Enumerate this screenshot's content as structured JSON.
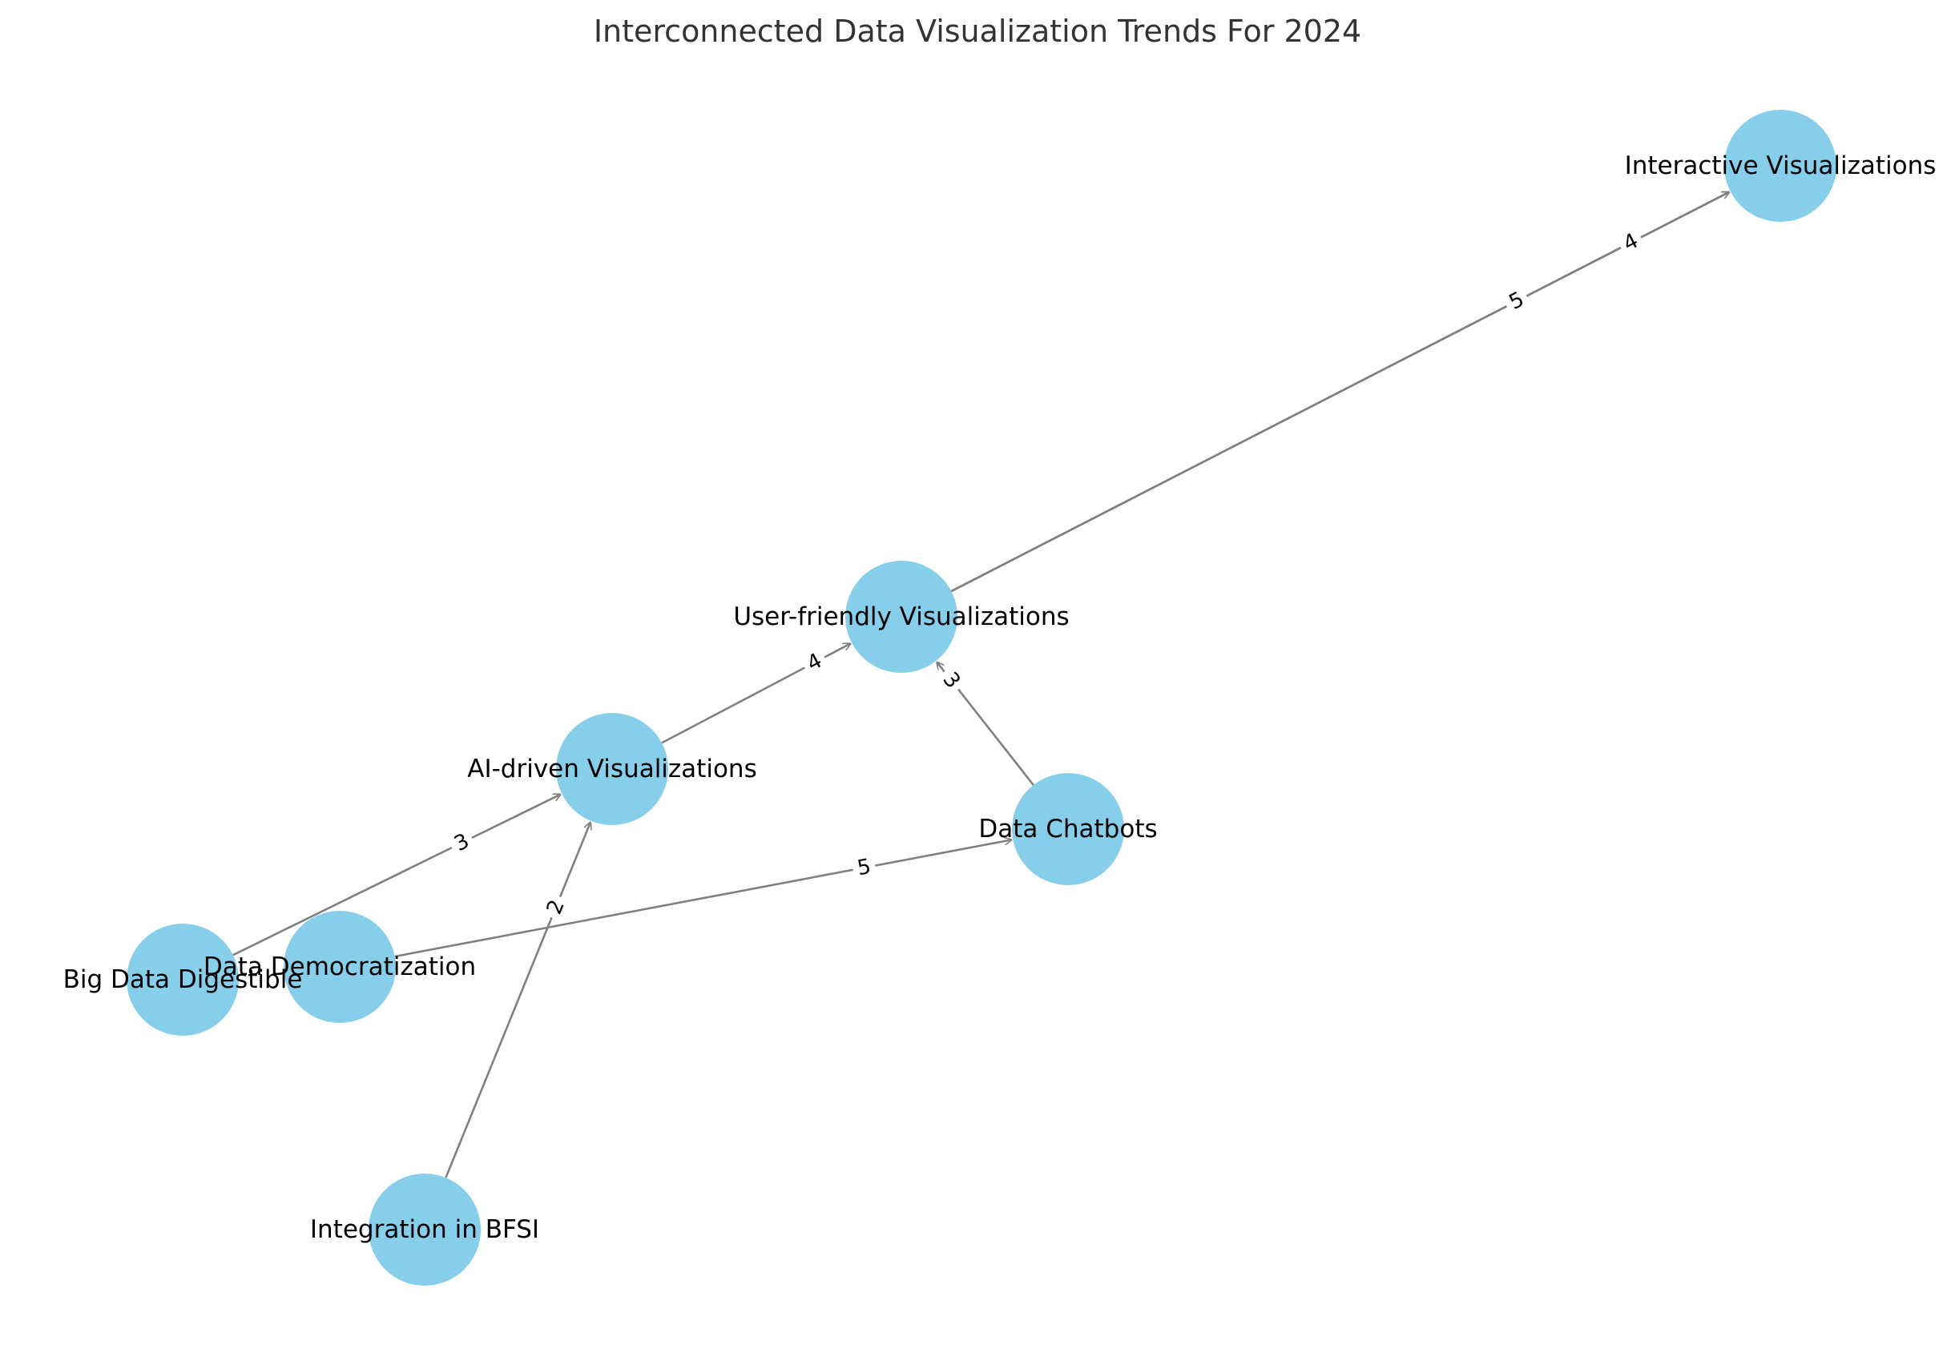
{
  "title": "Interconnected Data Visualization Trends For 2024",
  "colors": {
    "node_fill": "#87CEEB",
    "edge": "#808080",
    "title": "#333333",
    "label": "#000000"
  },
  "nodes": [
    {
      "id": "bigdata",
      "label": "Big Data Digestible"
    },
    {
      "id": "democ",
      "label": "Data Democratization"
    },
    {
      "id": "ai",
      "label": "AI-driven Visualizations"
    },
    {
      "id": "user",
      "label": "User-friendly Visualizations"
    },
    {
      "id": "chat",
      "label": "Data Chatbots"
    },
    {
      "id": "bfsi",
      "label": "Integration in BFSI"
    },
    {
      "id": "inter",
      "label": "Interactive Visualizations"
    }
  ],
  "edges": [
    {
      "from": "bigdata",
      "to": "ai",
      "weight": "3"
    },
    {
      "from": "democ",
      "to": "chat",
      "weight": "5"
    },
    {
      "from": "bfsi",
      "to": "ai",
      "weight": "2"
    },
    {
      "from": "ai",
      "to": "user",
      "weight": "4"
    },
    {
      "from": "chat",
      "to": "user",
      "weight": "3"
    },
    {
      "from": "user",
      "to": "inter",
      "weight": "5"
    },
    {
      "from": "user",
      "to": "inter",
      "weight": "4"
    }
  ]
}
